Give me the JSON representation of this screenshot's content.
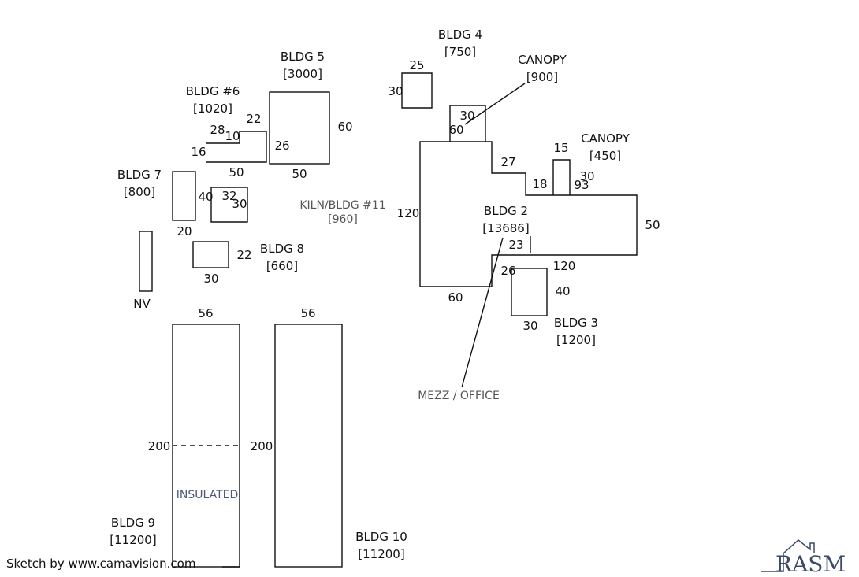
{
  "buildings": {
    "bldg4": {
      "name": "BLDG 4",
      "area": "[750]",
      "dims": [
        "25",
        "30"
      ]
    },
    "bldg5": {
      "name": "BLDG 5",
      "area": "[3000]",
      "dims": [
        "60",
        "50"
      ]
    },
    "bldg6": {
      "name": "BLDG #6",
      "area": "[1020]",
      "dims": [
        "28",
        "10",
        "22",
        "16",
        "26",
        "50"
      ]
    },
    "bldg7": {
      "name": "BLDG 7",
      "area": "[800]",
      "dims": [
        "40",
        "20"
      ]
    },
    "bldg8": {
      "name": "BLDG 8",
      "area": "[660]",
      "dims": [
        "22",
        "30"
      ]
    },
    "kiln": {
      "name": "KILN/BLDG #11",
      "area": "[960]",
      "dims": [
        "32",
        "30"
      ]
    },
    "bldg2": {
      "name": "BLDG 2",
      "area": "[13686]",
      "dims": [
        "30",
        "60",
        "27",
        "18",
        "15",
        "120",
        "23",
        "50",
        "120",
        "60",
        "26"
      ]
    },
    "bldg3": {
      "name": "BLDG 3",
      "area": "[1200]",
      "dims": [
        "40",
        "30"
      ]
    },
    "canopy1": {
      "name": "CANOPY",
      "area": "[900]"
    },
    "canopy2": {
      "name": "CANOPY",
      "area": "[450]",
      "dims": [
        "93",
        "30"
      ]
    },
    "nv": {
      "name": "NV"
    },
    "bldg9": {
      "name": "BLDG 9",
      "area": "[11200]",
      "dims": [
        "56",
        "200"
      ]
    },
    "bldg10": {
      "name": "BLDG 10",
      "area": "[11200]",
      "dims": [
        "56",
        "200"
      ]
    }
  },
  "notes": {
    "mezz_office": "MEZZ / OFFICE",
    "insulated": "INSULATED"
  },
  "footer": {
    "credit": "Sketch by www.camavision.com"
  },
  "logo": {
    "text": "RASM",
    "color": "#3b4a6b"
  },
  "colors": {
    "line": "#111111",
    "note": "#555555",
    "note_blue": "#4a5a78"
  }
}
